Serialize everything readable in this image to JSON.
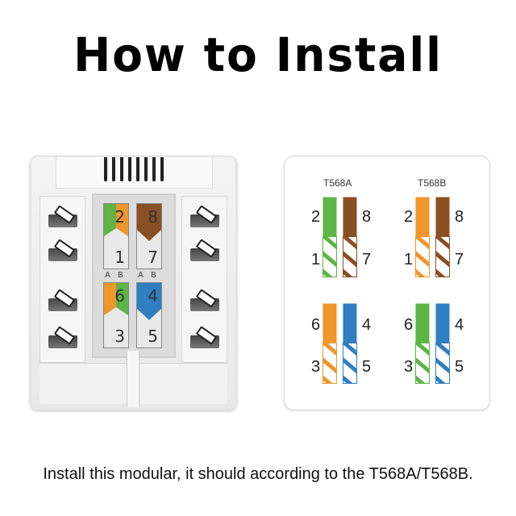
{
  "title": "How to Install",
  "caption": "Install this modular, it should according to the T568A/T568B.",
  "colors": {
    "green": "#5db545",
    "orange": "#f0962a",
    "brown": "#8b4f24",
    "blue": "#2f7fc1"
  },
  "module_photo": {
    "slots": [
      {
        "top_num": "2",
        "bottom_num": "1",
        "top_colors": [
          "green",
          "orange"
        ]
      },
      {
        "top_num": "8",
        "bottom_num": "7",
        "top_colors": [
          "brown"
        ]
      },
      {
        "top_num": "6",
        "bottom_num": "3",
        "top_colors": [
          "orange",
          "green"
        ]
      },
      {
        "top_num": "4",
        "bottom_num": "5",
        "top_colors": [
          "blue"
        ]
      }
    ],
    "ab_labels": [
      "A",
      "B",
      "A",
      "B"
    ]
  },
  "wiring_card": {
    "standards": [
      {
        "label": "T568A",
        "pairs": [
          {
            "top_left": "2",
            "bottom_left": "1",
            "top_right": "8",
            "bottom_right": "7",
            "left_color": "green",
            "right_color": "brown"
          },
          {
            "top_left": "6",
            "bottom_left": "3",
            "top_right": "4",
            "bottom_right": "5",
            "left_color": "orange",
            "right_color": "blue"
          }
        ]
      },
      {
        "label": "T568B",
        "pairs": [
          {
            "top_left": "2",
            "bottom_left": "1",
            "top_right": "8",
            "bottom_right": "7",
            "left_color": "orange",
            "right_color": "brown"
          },
          {
            "top_left": "6",
            "bottom_left": "3",
            "top_right": "4",
            "bottom_right": "5",
            "left_color": "green",
            "right_color": "blue"
          }
        ]
      }
    ]
  }
}
